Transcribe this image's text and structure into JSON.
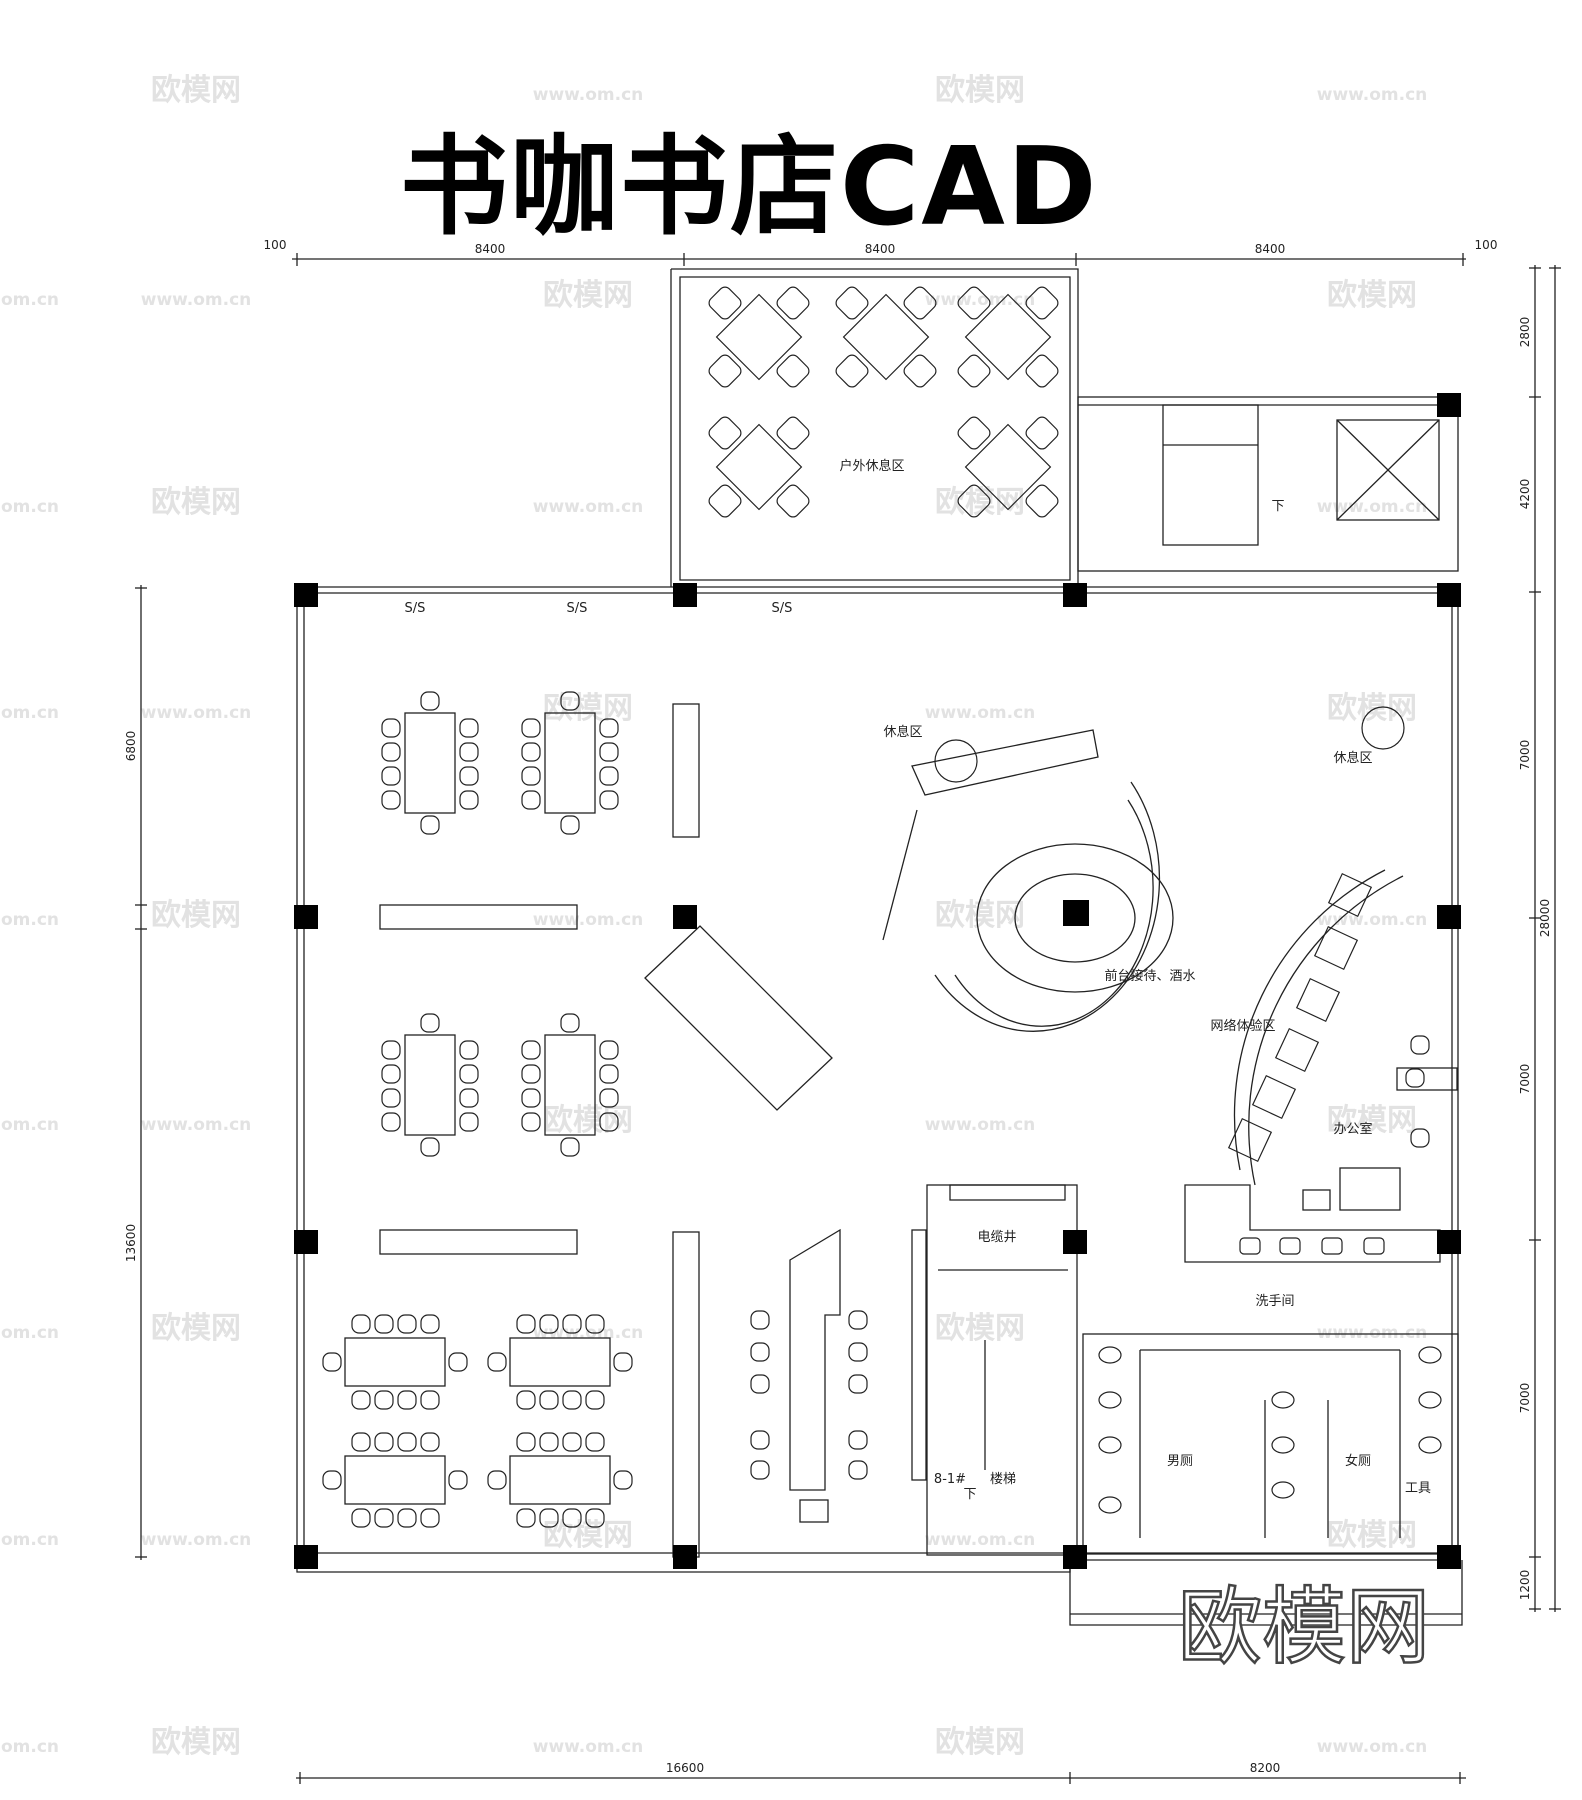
{
  "title": "书咖书店CAD",
  "brand_logo": "欧模网",
  "watermarks": {
    "logo": "欧模网",
    "url": "www.om.cn",
    "fragment": "om.cn"
  },
  "dimensions": {
    "top": [
      "100",
      "8400",
      "8400",
      "8400",
      "100"
    ],
    "bottom": [
      "16600",
      "8200"
    ],
    "left": [
      "6800",
      "13600"
    ],
    "right": [
      "2800",
      "4200",
      "7000",
      "7000",
      "7000",
      "1200"
    ],
    "right_total": "28000"
  },
  "rooms": {
    "outdoor": "户外休息区",
    "rest_center": "休息区",
    "rest_right": "休息区",
    "reception": "前台接待、酒水",
    "network": "网络体验区",
    "office": "办公室",
    "cable": "电缆井",
    "washroom": "洗手间",
    "mens": "男厕",
    "womens": "女厕",
    "tool": "工具",
    "stair": "楼梯",
    "stair_code": "8-1#",
    "down1": "下",
    "down2": "下",
    "ss": "S/S"
  }
}
